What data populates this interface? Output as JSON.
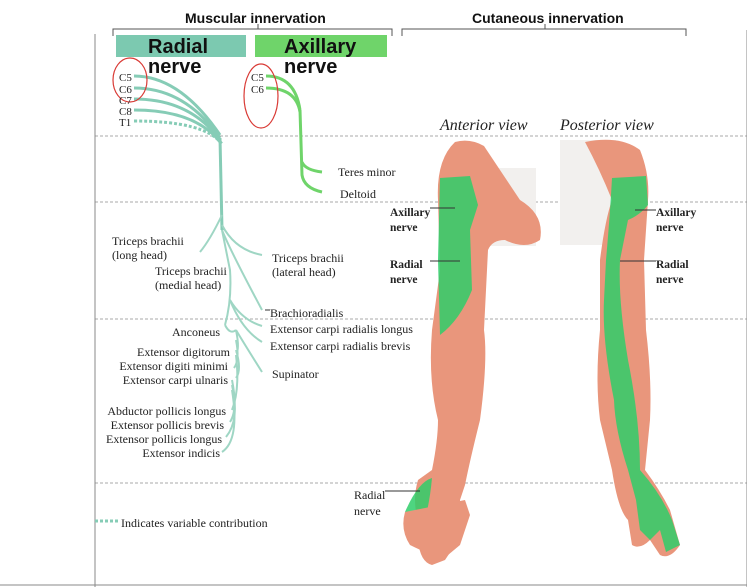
{
  "headers": {
    "muscular": "Muscular innervation",
    "cutaneous": "Cutaneous innervation"
  },
  "nerves": {
    "radial": "Radial nerve",
    "axillary": "Axillary nerve"
  },
  "colors": {
    "radial": "#7cc9b0",
    "axillary": "#6fd46a",
    "cutaneous_green": "#2fce6a",
    "skin": "#e9967c",
    "branch_line": "#86ccb6"
  },
  "roots": {
    "radial": [
      "C5",
      "C6",
      "C7",
      "C8",
      "T1"
    ],
    "axillary": [
      "C5",
      "C6"
    ]
  },
  "axillary_branches": [
    "Teres minor",
    "Deltoid"
  ],
  "radial_branches": {
    "left": [
      "Triceps brachii (long head)",
      "Triceps brachii (medial head)",
      "Anconeus",
      "Extensor digitorum",
      "Extensor digiti minimi",
      "Extensor carpi ulnaris",
      "Abductor pollicis longus",
      "Extensor pollicis brevis",
      "Extensor pollicis longus",
      "Extensor indicis"
    ],
    "right": [
      "Triceps brachii (lateral head)",
      "Brachioradialis",
      "Extensor carpi radialis longus",
      "Extensor carpi radialis brevis",
      "Supinator"
    ]
  },
  "views": {
    "anterior": "Anterior view",
    "posterior": "Posterior view"
  },
  "cutaneous_labels": {
    "anterior_axillary": "Axillary nerve",
    "anterior_radial": "Radial nerve",
    "posterior_axillary": "Axillary nerve",
    "posterior_radial": "Radial nerve",
    "hand_radial": "Radial nerve"
  },
  "legend": "Indicates variable contribution"
}
